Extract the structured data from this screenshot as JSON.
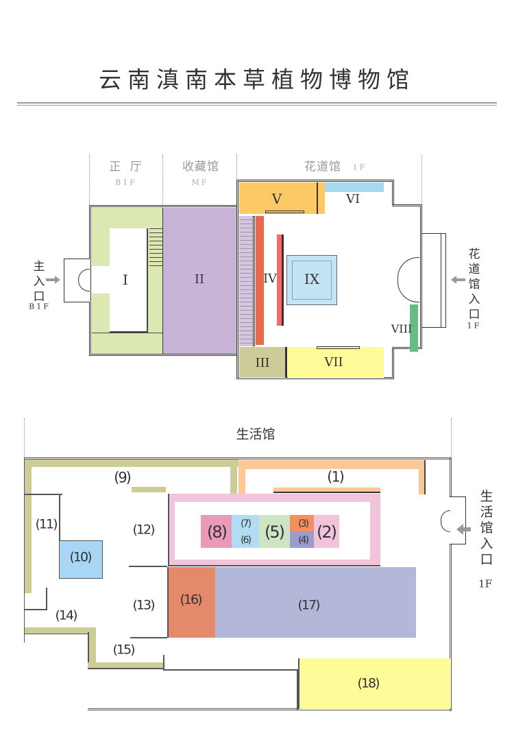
{
  "title": "云南滇南本草植物博物馆",
  "top_plan": {
    "sections": [
      {
        "name": "正 厅",
        "floor": "B1F"
      },
      {
        "name": "收藏馆",
        "floor": "MF"
      },
      {
        "name": "花道馆",
        "floor": "1F"
      }
    ],
    "main_entrance": {
      "label": "主入口",
      "floor": "B1F"
    },
    "flower_entrance": {
      "label": "花道馆入口",
      "floor": "1F"
    },
    "rooms": [
      "I",
      "II",
      "III",
      "IV",
      "V",
      "VI",
      "VII",
      "VIII",
      "IX"
    ],
    "colors": {
      "I": "#dbe8b2",
      "II": "#c8b4d6",
      "III": "#cccc99",
      "IV": "#e8694a",
      "V": "#fdc866",
      "VI": "#a8d8f0",
      "VII": "#fdfc99",
      "VIII": "#66bb88",
      "IX": "#c4e4f6"
    }
  },
  "bottom_plan": {
    "section": "生活馆",
    "entrance": {
      "label": "生活馆入口",
      "floor": "1F"
    },
    "rooms": [
      "(1)",
      "(2)",
      "(3)",
      "(4)",
      "(5)",
      "(6)",
      "(7)",
      "(8)",
      "(9)",
      "(10)",
      "(11)",
      "(12)",
      "(13)",
      "(14)",
      "(15)",
      "(16)",
      "(17)",
      "(18)"
    ],
    "colors": {
      "1": "#fdc898",
      "2": "#f2c4dc",
      "3": "#f49060",
      "4": "#9c9cce",
      "5": "#cfe4c4",
      "6": "#b2dcf2",
      "8": "#e89ab8",
      "9": "#cccc99",
      "10": "#a8d6f4",
      "16": "#e48a6a",
      "17": "#b4b8d8",
      "18": "#fdfc99"
    }
  }
}
